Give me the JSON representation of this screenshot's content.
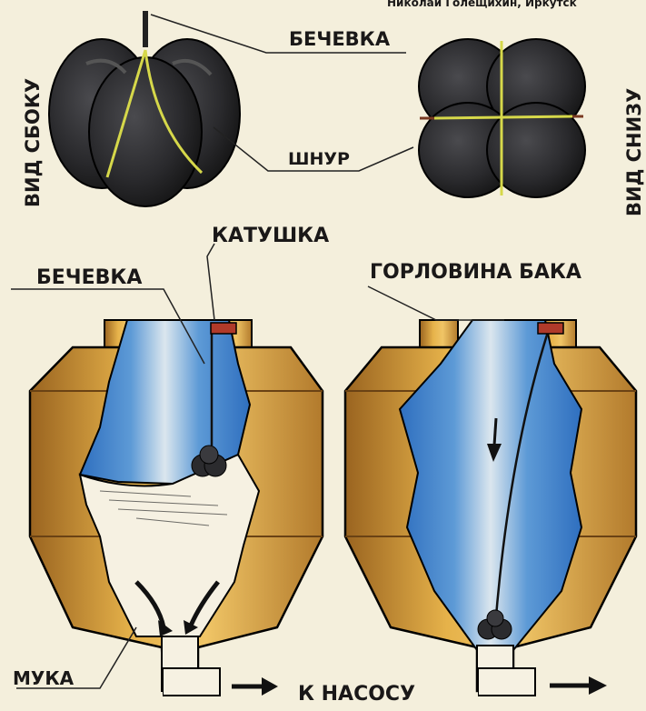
{
  "credit": "Николай Голещихин, Иркутск",
  "labels": {
    "side_view": "ВИД СБОКУ",
    "bottom_view": "ВИД СНИЗУ",
    "twine_top": "БЕЧЕВКА",
    "cord": "ШНУР",
    "spool": "КАТУШКА",
    "twine_left": "БЕЧЕВКА",
    "tank_neck": "ГОРЛОВИНА БАКА",
    "flour": "МУКА",
    "to_pump": "К НАСОСУ"
  },
  "colors": {
    "ink": "#1a1818",
    "paper": "#f4efdc",
    "wood": "#d9a540",
    "wood_dark": "#8a5a1c",
    "blue": "#3f7fc9",
    "pale": "#dfe8ee",
    "ball": "#2b2b2e",
    "cord": "#d6d84a",
    "spool": "#b03a2a"
  }
}
